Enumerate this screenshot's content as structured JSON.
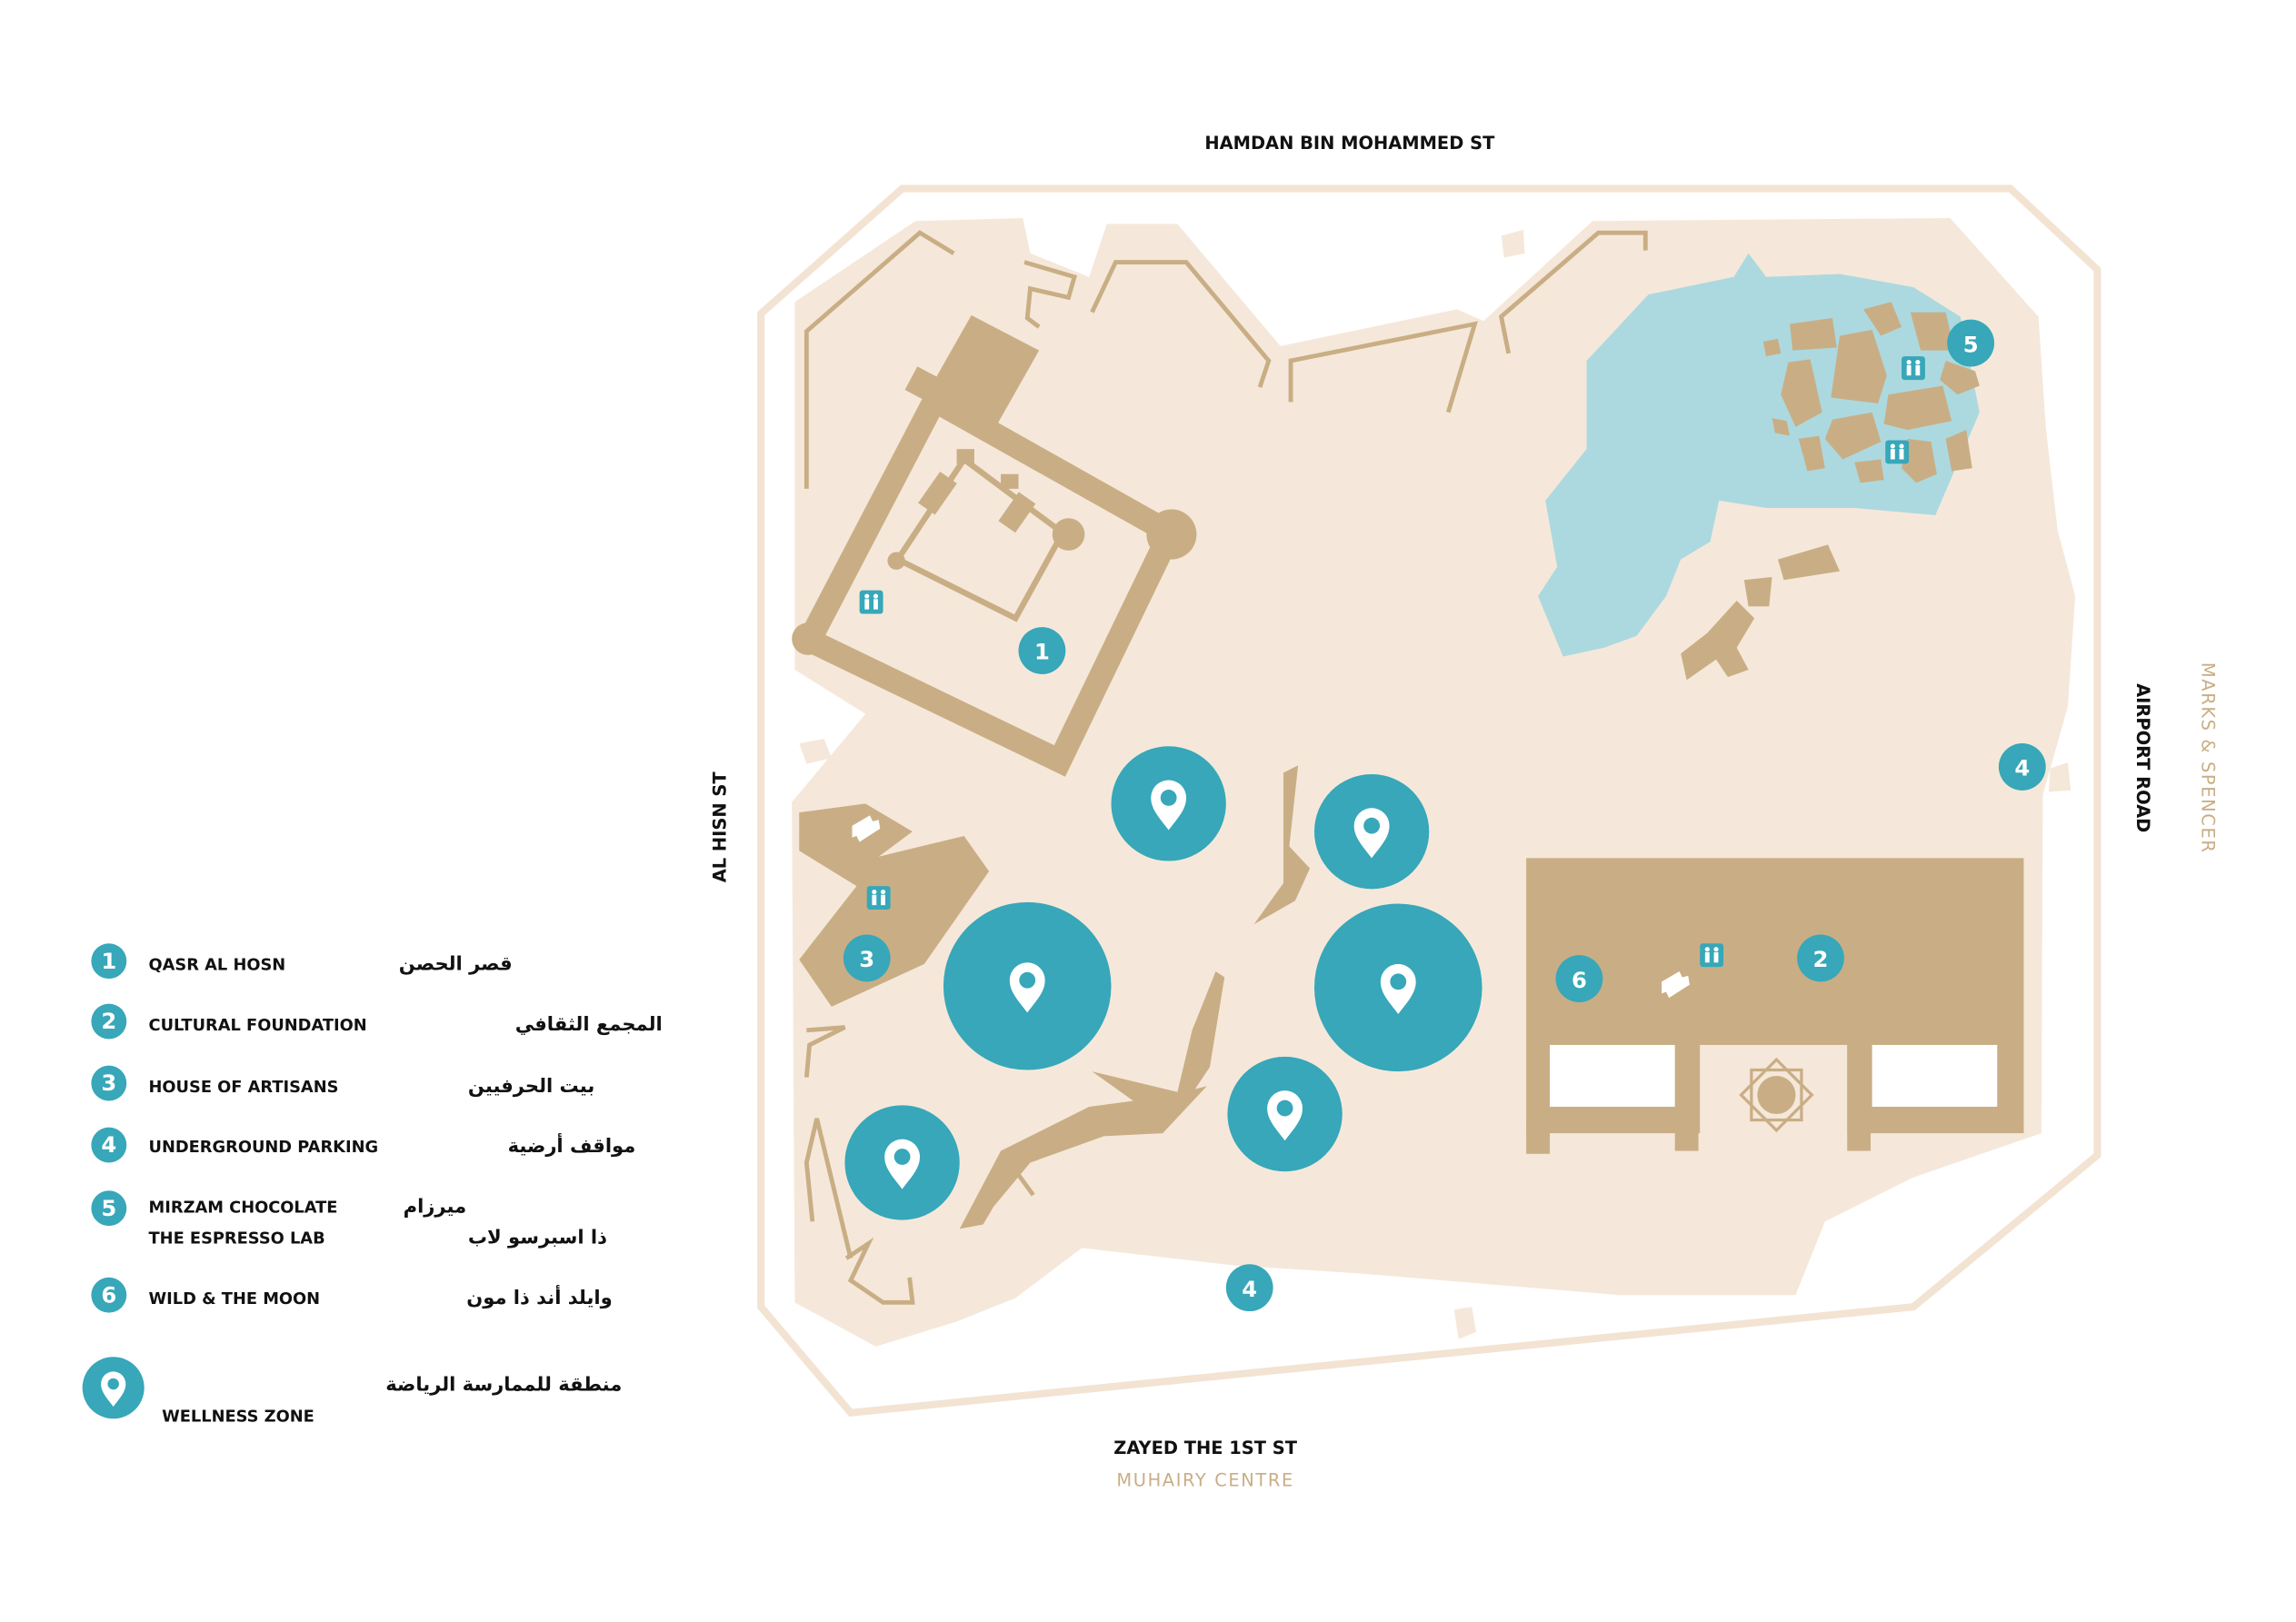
{
  "colors": {
    "ground": "#f5e8da",
    "building": "#c9ae85",
    "teal": "#37a7b9",
    "water": "#acd9df",
    "border": "#f3e3d2"
  },
  "streets": {
    "north": "HAMDAN BIN MOHAMMED ST",
    "west": "AL HISN ST",
    "east": "AIRPORT ROAD",
    "east_landmark": "MARKS & SPENCER",
    "south": "ZAYED THE 1ST ST",
    "south_landmark": "MUHAIRY CENTRE"
  },
  "markers": [
    "1",
    "2",
    "3",
    "4",
    "4",
    "5",
    "6"
  ],
  "legend": {
    "items": [
      {
        "num": "1",
        "en": "QASR AL HOSN",
        "ar": "قصر الحصن"
      },
      {
        "num": "2",
        "en": "CULTURAL FOUNDATION",
        "ar": "المجمع الثقافي"
      },
      {
        "num": "3",
        "en": "HOUSE OF ARTISANS",
        "ar": "بيت الحرفيين"
      },
      {
        "num": "4",
        "en": "UNDERGROUND PARKING",
        "ar": "مواقف أرضية"
      },
      {
        "num": "5",
        "en": "MIRZAM CHOCOLATE",
        "ar": "ميرزام",
        "en2": "THE ESPRESSO LAB",
        "ar2": "ذا اسبرسو لاب"
      },
      {
        "num": "6",
        "en": "WILD & THE MOON",
        "ar": "وايلد أند ذا مون"
      }
    ],
    "wellness": {
      "ar": "منطقة للممارسة الرياضة",
      "en": "WELLNESS ZONE"
    }
  }
}
